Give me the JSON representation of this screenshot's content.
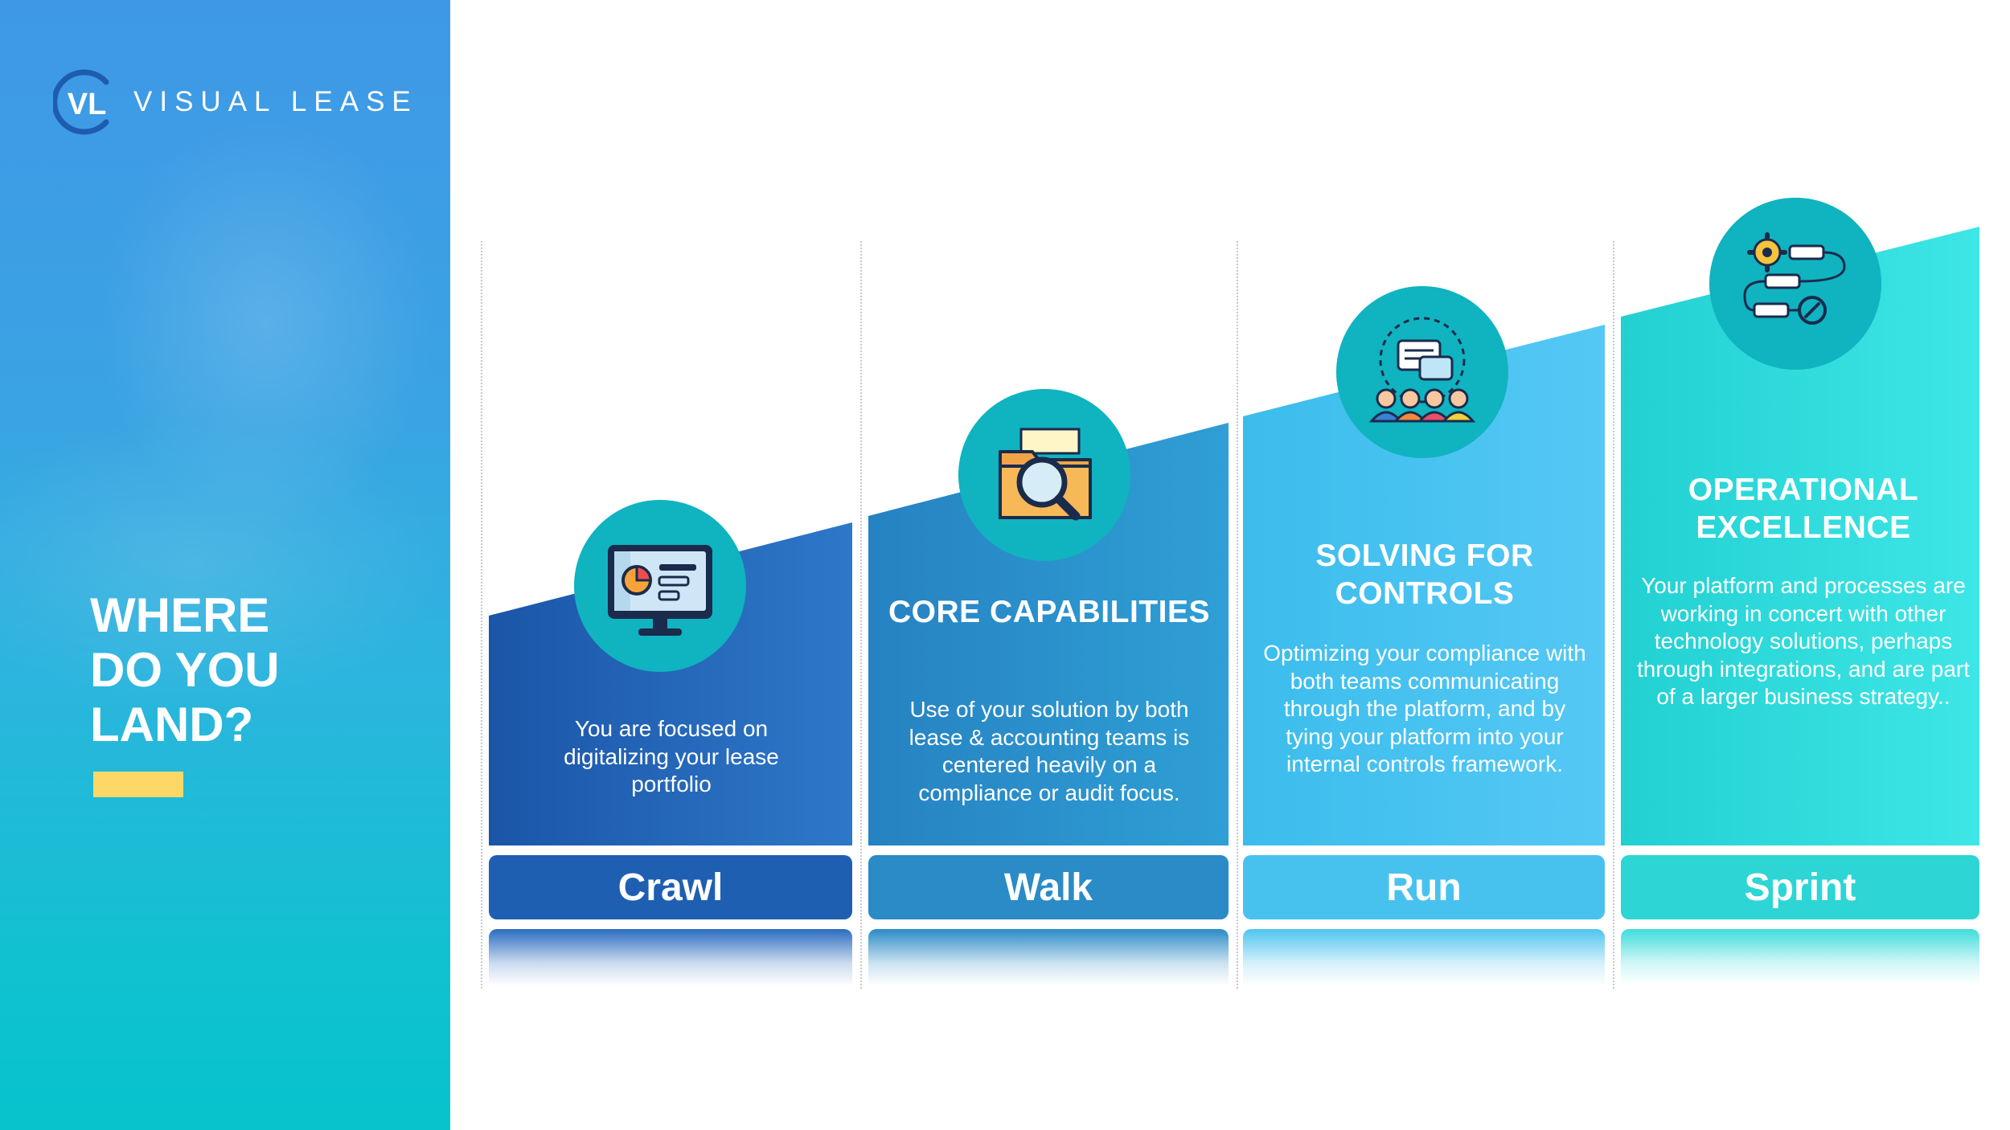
{
  "brand": {
    "logo_initials": "VL",
    "name": "VISUAL LEASE"
  },
  "sidebar": {
    "headline": [
      "WHERE",
      "DO YOU",
      "LAND?"
    ],
    "accent_color": "#fdd867"
  },
  "stages": [
    {
      "label": "Crawl",
      "title": "",
      "body": "You are focused on digitalizing your lease portfolio",
      "icon": "monitor-chart-icon",
      "color": "#1f64b7"
    },
    {
      "label": "Walk",
      "title": "CORE CAPABILITIES",
      "body": "Use of your solution by both lease & accounting teams is centered heavily on a compliance or audit focus.",
      "icon": "folder-search-icon",
      "color": "#2a8ec9"
    },
    {
      "label": "Run",
      "title": "SOLVING FOR CONTROLS",
      "body": "Optimizing your compliance with both teams communicating through the platform, and by tying your platform into your internal controls framework.",
      "icon": "team-chat-icon",
      "color": "#46c1ef"
    },
    {
      "label": "Sprint",
      "title": "OPERATIONAL EXCELLENCE",
      "body": "Your platform and processes are working in concert with other technology solutions, perhaps through integrations, and are part of a larger business strategy..",
      "icon": "workflow-gear-icon",
      "color": "#2ad6d6"
    }
  ]
}
